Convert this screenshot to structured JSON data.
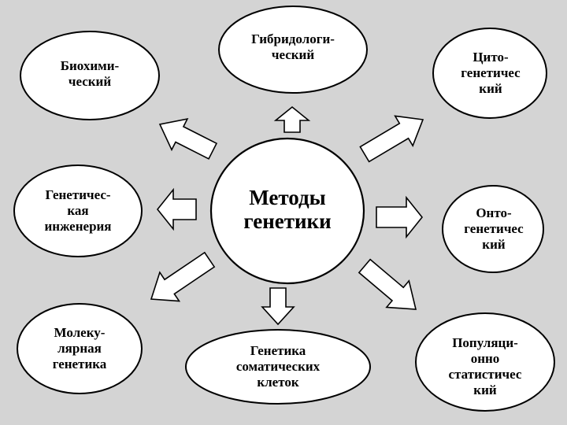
{
  "center": {
    "lines": [
      "Методы",
      "генетики"
    ]
  },
  "nodes": {
    "biochemical": {
      "lines": [
        "Биохими-",
        "ческий"
      ]
    },
    "hybridological": {
      "lines": [
        "Гибридологи-",
        "ческий"
      ]
    },
    "cytogenetic": {
      "lines": [
        "Цито-",
        "генетичес",
        "кий"
      ]
    },
    "genetic_engineering": {
      "lines": [
        "Генетичес-",
        "кая",
        "инженерия"
      ]
    },
    "ontogenetic": {
      "lines": [
        "Онто-",
        "генетичес",
        "кий"
      ]
    },
    "molecular": {
      "lines": [
        "Молеку-",
        "лярная",
        "генетика"
      ]
    },
    "somatic": {
      "lines": [
        "Генетика",
        "соматических",
        "клеток"
      ]
    },
    "population": {
      "lines": [
        "Популяци-",
        "онно",
        "статистичес",
        "кий"
      ]
    }
  },
  "colors": {
    "background": "#d4d4d4",
    "fill": "#ffffff",
    "stroke": "#000000"
  }
}
